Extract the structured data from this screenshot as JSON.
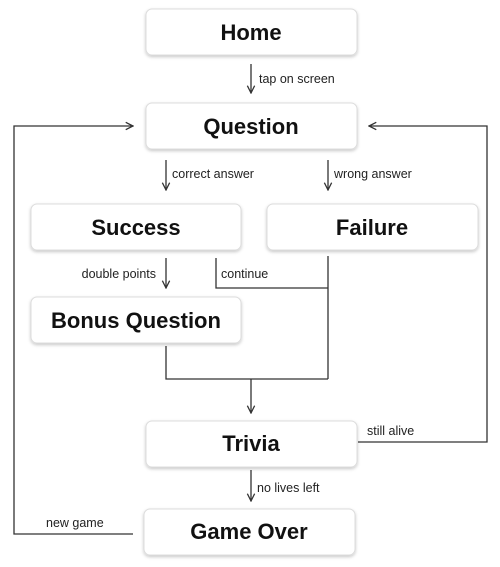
{
  "nodes": {
    "home": "Home",
    "question": "Question",
    "success": "Success",
    "failure": "Failure",
    "bonus": "Bonus Question",
    "trivia": "Trivia",
    "gameover": "Game Over"
  },
  "edges": {
    "tap": "tap on screen",
    "correct": "correct answer",
    "wrong": "wrong answer",
    "double": "double points",
    "continue": "continue",
    "alive": "still alive",
    "nolives": "no lives left",
    "newgame": "new game"
  }
}
